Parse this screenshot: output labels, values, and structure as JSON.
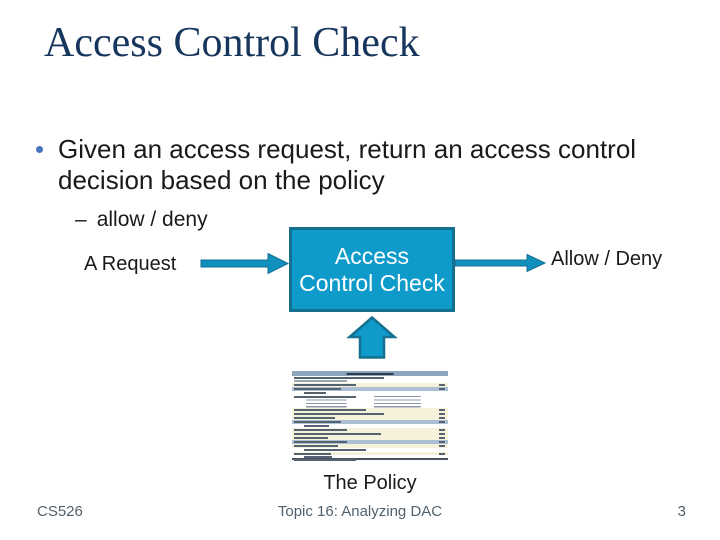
{
  "slide": {
    "title": "Access Control Check",
    "bullet": "Given an access request, return an access control decision based on the policy",
    "sub_bullet": {
      "marker": "–",
      "label": "allow / deny"
    },
    "diagram": {
      "input_label": "A Request",
      "box": {
        "line1": "Access",
        "line2": "Control Check"
      },
      "output_label": "Allow / Deny",
      "policy_caption": "The Policy"
    },
    "footer": {
      "course": "CS526",
      "topic": "Topic 16: Analyzing DAC",
      "page_number": "3"
    },
    "colors": {
      "title_color": "#17365D",
      "body_text": "#1A1A1A",
      "bullet_dot": "#4573BE",
      "teal_fill": "#0F9BCA",
      "teal_border": "#156F8F",
      "arrow_fill": "#1090BC",
      "footer_text": "#51606B"
    }
  }
}
